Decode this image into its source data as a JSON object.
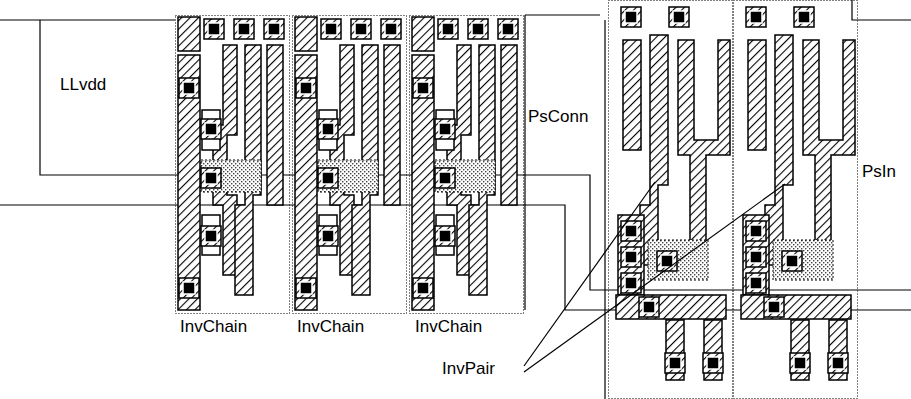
{
  "diagram": {
    "labels": [
      "LLvdd",
      "PsConn",
      "PsIn",
      "InvChain",
      "InvChain",
      "InvChain",
      "InvPair"
    ]
  }
}
